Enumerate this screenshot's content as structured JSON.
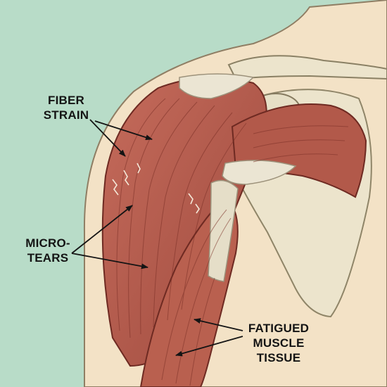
{
  "labels": {
    "fiber_strain": [
      "FIBER",
      "STRAIN"
    ],
    "micro_tears": [
      "MICRO-",
      "TEARS"
    ],
    "fatigued_tissue": [
      "FATIGUED",
      "MUSCLE",
      "TISSUE"
    ]
  },
  "colors": {
    "background": "#b8dcc8",
    "skin": "#f3e2c6",
    "muscle": "#b85c4e",
    "muscle_dark": "#8a3a30",
    "tendon": "#ebe5d3",
    "bone": "#ece4cc",
    "ink": "#141414"
  }
}
